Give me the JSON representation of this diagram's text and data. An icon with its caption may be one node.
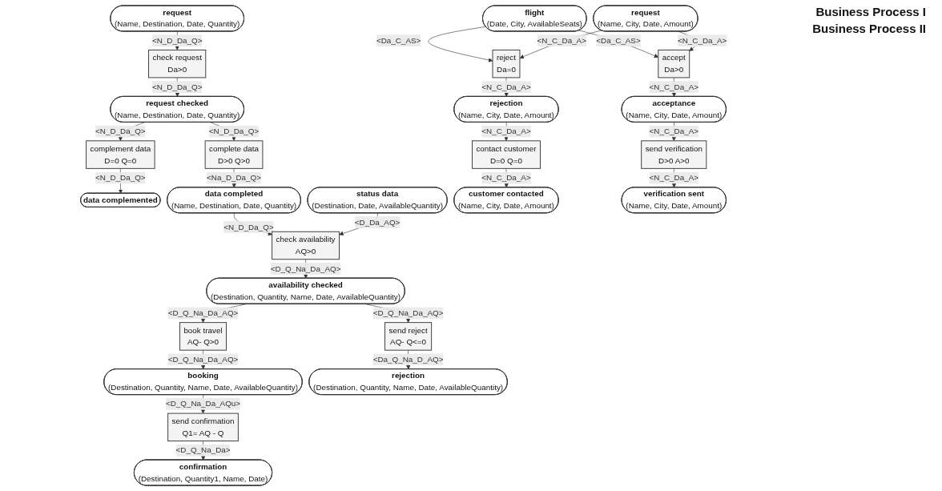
{
  "diagram": {
    "nodes": [
      {
        "text": [
          "request",
          "(Name, Destination, Date, Quantity)"
        ]
      },
      {
        "text": [
          "check request",
          "Da>0"
        ]
      },
      {
        "text": [
          "request checked",
          "(Name, Destination, Date, Quantity)"
        ]
      },
      {
        "text": [
          "complement data",
          "D=0 Q=0"
        ]
      },
      {
        "text": [
          "data complemented"
        ]
      },
      {
        "text": [
          "complete data",
          "D>0 Q>0"
        ]
      },
      {
        "text": [
          "data completed",
          "(Name, Destination, Date, Quantity)"
        ]
      },
      {
        "text": [
          "status data",
          "(Destination, Date, AvailableQuantity)"
        ]
      },
      {
        "text": [
          "check availability",
          "AQ>0"
        ]
      },
      {
        "text": [
          "availability checked",
          "(Destination, Quantity, Name, Date, AvailableQuantity)"
        ]
      },
      {
        "text": [
          "book travel",
          "AQ- Q>0"
        ]
      },
      {
        "text": [
          "booking",
          "(Destination, Quantity, Name, Date, AvailableQuantity)"
        ]
      },
      {
        "text": [
          "send confirmation",
          "Q1= AQ - Q"
        ]
      },
      {
        "text": [
          "confirmation",
          "(Destination, Quantity1, Name, Date)"
        ]
      },
      {
        "text": [
          "send reject",
          "AQ- Q<=0"
        ]
      },
      {
        "text": [
          "rejection",
          "(Destination, Quantity, Name, Date, AvailableQuantity)"
        ]
      },
      {
        "text": [
          "flight",
          "(Date, City, AvailableSeats)"
        ]
      },
      {
        "text": [
          "request",
          "(Name, City, Date, Amount)"
        ]
      },
      {
        "text": [
          "reject",
          "Da=0"
        ]
      },
      {
        "text": [
          "accept",
          "Da>0"
        ]
      },
      {
        "text": [
          "rejection",
          "(Name, City, Date, Amount)"
        ]
      },
      {
        "text": [
          "acceptance",
          "(Name, City, Date, Amount)"
        ]
      },
      {
        "text": [
          "contact customer",
          "D=0 Q=0"
        ]
      },
      {
        "text": [
          "send verification",
          "D>0 A>0"
        ]
      },
      {
        "text": [
          "customer contacted",
          "(Name, City, Date, Amount)"
        ]
      },
      {
        "text": [
          "verification sent",
          "(Name, City, Date, Amount)"
        ]
      }
    ],
    "edges": [
      {
        "from": 0,
        "to": 1,
        "arrow": "to",
        "label": "<N_D_Da_Q>"
      },
      {
        "from": 1,
        "to": 2,
        "arrow": "to",
        "label": "<N_D_Da_Q>"
      },
      {
        "from": 2,
        "to": 3,
        "arrow": "to",
        "label": "<N_D_Da_Q>"
      },
      {
        "from": 3,
        "to": 4,
        "arrow": "to",
        "label": "<N_D_Da_Q>"
      },
      {
        "from": 2,
        "to": 5,
        "arrow": "to",
        "label": "<N_D_Da_Q>"
      },
      {
        "from": 5,
        "to": 6,
        "arrow": "to",
        "label": "<Na_D_Da_Q>"
      },
      {
        "from": 6,
        "to": 8,
        "arrow": "to",
        "label": "<N_D_Da_Q>"
      },
      {
        "from": 7,
        "to": 8,
        "arrow": "to",
        "label": "<D_Da_AQ>"
      },
      {
        "from": 8,
        "to": 9,
        "arrow": "to",
        "label": "<D_Q_Na_Da_AQ>"
      },
      {
        "from": 9,
        "to": 10,
        "arrow": "to",
        "label": "<D_Q_Na_Da_AQ>"
      },
      {
        "from": 9,
        "to": 14,
        "arrow": "to",
        "label": "<D_Q_Na_Da_AQ>"
      },
      {
        "from": 10,
        "to": 11,
        "arrow": "to",
        "label": "<D_Q_Na_Da_AQ>"
      },
      {
        "from": 11,
        "to": 12,
        "arrow": "to",
        "label": "<D_Q_Na_Da_AQu>"
      },
      {
        "from": 12,
        "to": 13,
        "arrow": "to",
        "label": "<D_Q_Na_Da>"
      },
      {
        "from": 14,
        "to": 15,
        "arrow": "to",
        "label": "<Da_Q_Na_D_AQ>"
      },
      {
        "from": 16,
        "to": 18,
        "arrow": "to",
        "label": "<Da_C_AS>"
      },
      {
        "from": 16,
        "to": 19,
        "arrow": "to",
        "label": "<Da_C_AS>"
      },
      {
        "from": 17,
        "to": 18,
        "arrow": "to",
        "label": "<N_C_Da_A>"
      },
      {
        "from": 17,
        "to": 19,
        "arrow": "to",
        "label": "<N_C_Da_A>"
      },
      {
        "from": 18,
        "to": 20,
        "arrow": "to",
        "label": "<N_C_Da_A>"
      },
      {
        "from": 19,
        "to": 21,
        "arrow": "to",
        "label": "<N_C_Da_A>"
      },
      {
        "from": 20,
        "to": 22,
        "arrow": "to",
        "label": "<N_C_Da_A>"
      },
      {
        "from": 21,
        "to": 23,
        "arrow": "to",
        "label": "<N_C_Da_A>"
      },
      {
        "from": 22,
        "to": 24,
        "arrow": "to",
        "label": "<N_C_Da_A>"
      },
      {
        "from": 23,
        "to": 25,
        "arrow": "to",
        "label": "<N_C_Da_A>"
      }
    ],
    "labels": [
      "Business Process I",
      "Business Process II"
    ]
  }
}
